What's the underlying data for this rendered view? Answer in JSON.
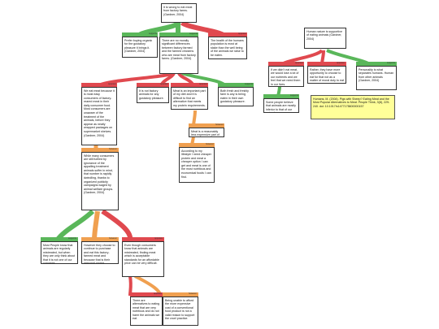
{
  "colors": {
    "support": "#5ab75a",
    "oppose": "#e0494f",
    "however": "#f0a050"
  },
  "nodes": {
    "root": "It is wrong to eat meat from factory farms. (Gardner, 2004)",
    "s1": "Prefer buying organic for the gustatory pleasure it brings it. (Gardner, 2004)",
    "s2": "There are no morally significant differences between factory farmed and the farmed chickens who are meat from factory farms. (Gardner, 2004)",
    "s3": "The health of the humans population is most at stake than the well being of the animals we raise to be eaten.",
    "s4": "We eat meat because it is most easy consumers of factory-reared meat in their daily consumer food. Most consumers are unaware of the treatment of the animals, before they appear as neatly wrapped packages on supermarket shelves. (Gardner, 2004)",
    "s5": "It is not factory animals for any gustatory pleasure.",
    "s6": "Meat is an important part of my diet and it is difficult to find an alternative that meets my protein requirements.",
    "s7": "Both fresh and freshly farm is any is being eaten in their own gustatory pleasure.",
    "s8": "Meat is a reasonably less expensive part of the human diet.",
    "s9": "According to my lifestyle I need cheaper protein and meat a cheaper option I can get and meat is one of the most nutritious and economical foods I can find.",
    "s10": "While many consumers are still fuelled by ignorance of the appalling treatment animals suffer in mind, that number is rapidly dwindling, thanks to organized publicity campaigns waged by animal welfare groups. (Gardner, 2004)",
    "s11": "Most People know that animals are regularly mistreated, but when they are only think about that it is not one of our concerns.",
    "s12": "However they choose to continue to purchase and eat this factory-farmed meat and because that is their personal choice.",
    "s13": "Even though consumers know that animals are mistreated, finding meat which is acceptable standards for an affordable price can be very difficult.",
    "s14": "There are alternatives to eating meat that are very nutritious and do not harm the animals we eat.",
    "s15": "Being unable to afford the more expensive cost of a conventional food product is not a valid reason to support the cruel practice.",
    "r2": "Human nature is supportive of eating animals (Gardner, 2004)",
    "r2a": "If we didn't eat meat, we would lose a lot of our nutrients and we feel that we need them in our lives.",
    "r2b": "Rather, they have more opportunity to choose to eat for that not as a matter of moral duty to eat well-balanced meals.",
    "r2c": "Personality is what separates humans. Human from other animals (Gardner, 2004)",
    "r2d": "Some people believe that animals are mostly inferior to that of our animal.",
    "r2e": "Humans, M. (2004). Pigs with Sheep? Eating Meat and the Most Popular Alternatives to Meat. People Think, 3(8), 229-240. doi: 10.1017/s1477175600000157"
  },
  "tags": {
    "support": "supports",
    "oppose": "opposes",
    "however": "however"
  }
}
